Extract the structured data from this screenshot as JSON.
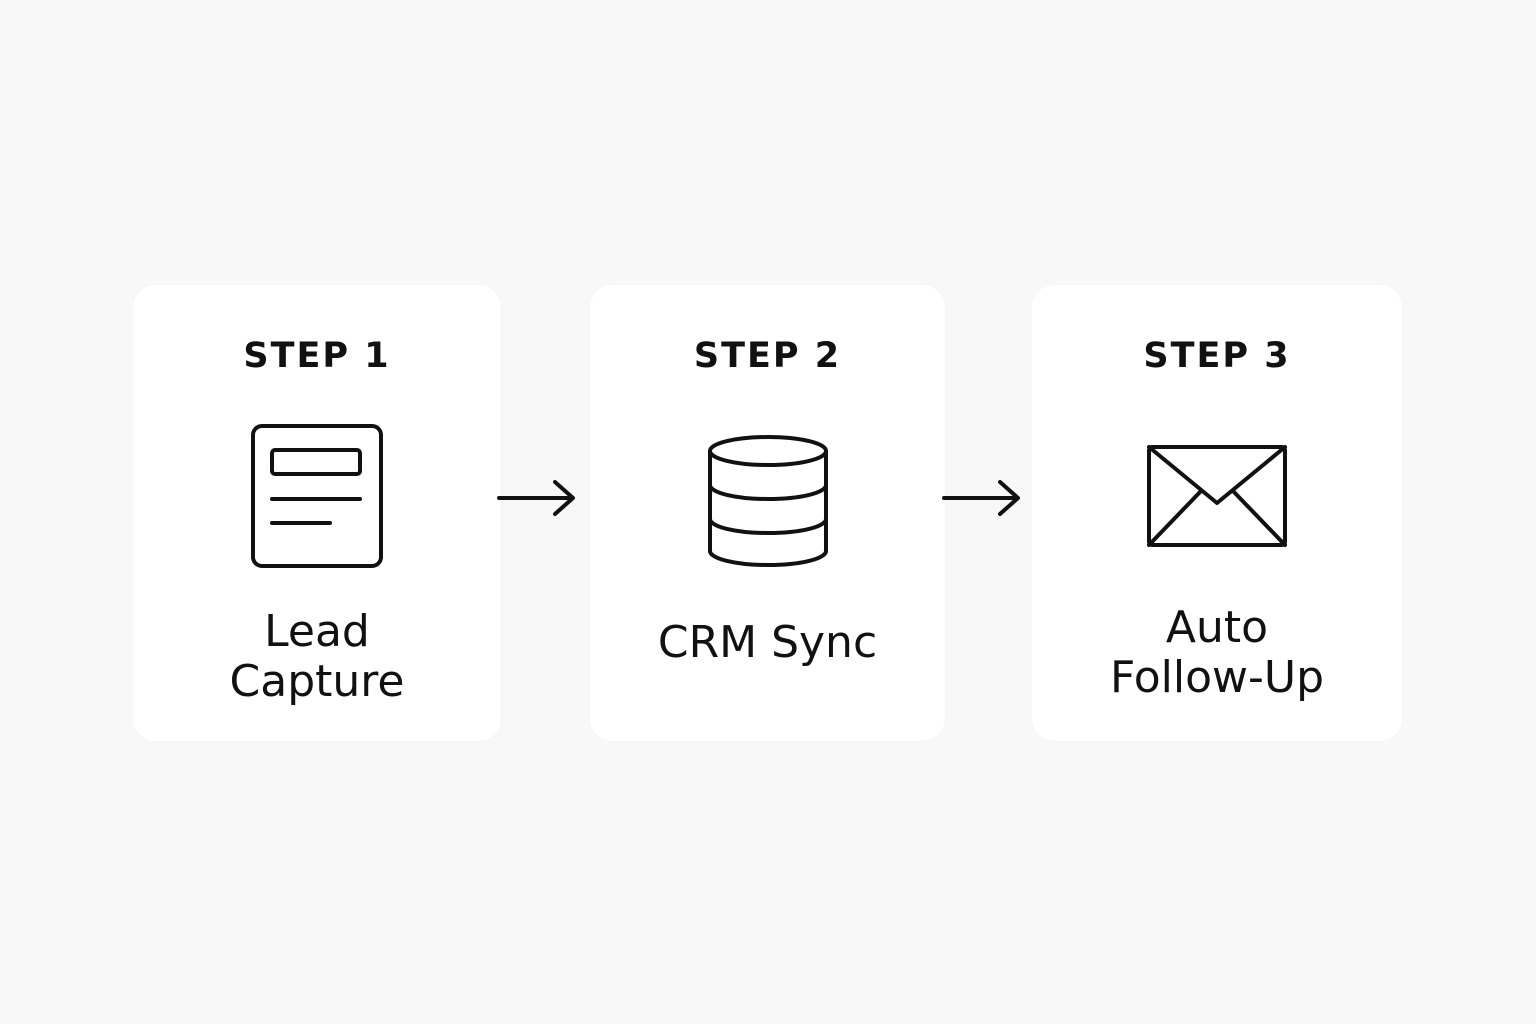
{
  "steps": [
    {
      "label": "STEP 1",
      "icon": "form-document-icon",
      "title": "Lead\nCapture"
    },
    {
      "label": "STEP 2",
      "icon": "database-icon",
      "title": "CRM Sync"
    },
    {
      "label": "STEP 3",
      "icon": "envelope-icon",
      "title": "Auto\nFollow-Up"
    }
  ],
  "colors": {
    "background": "#f8f8f8",
    "card": "#ffffff",
    "ink": "#111111"
  }
}
